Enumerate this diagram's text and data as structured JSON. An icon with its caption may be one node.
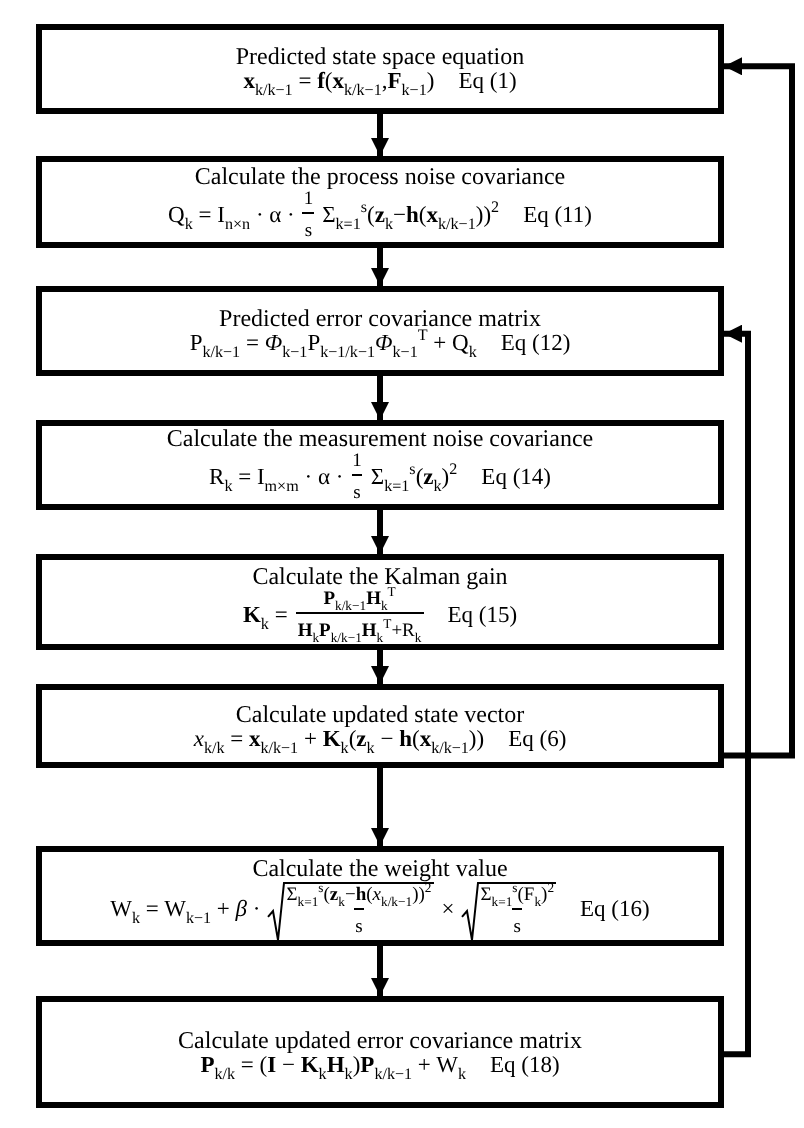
{
  "diagram": {
    "nodes": [
      {
        "text": [
          "Predicted state space equation",
          "**x**$_{k/k−1}$ = **f**(**x**$_{k/k−1}$,**F**$_{k−1}$)",
          "Eq (1)"
        ]
      },
      {
        "text": [
          "Calculate the process noise covariance",
          "Q$_{k}$ = I$_{n×n}$ · α ·",
          "1",
          "s",
          "Σ$_{k=1}$$^{s}$(**z**$_{k}$−**h**(**x**$_{k/k−1}$))$^{2}$",
          "Eq (11)"
        ]
      },
      {
        "text": [
          "Predicted error covariance matrix",
          "P$_{k/k−1}$ = *Φ*$_{k−1}$P$_{k−1/k−1}$*Φ*$_{k−1}$$^{T}$ + Q$_{k}$",
          "Eq (12)"
        ]
      },
      {
        "text": [
          "Calculate the measurement noise covariance",
          "R$_{k}$ = I$_{m×m}$ · α ·",
          "1",
          "s",
          "Σ$_{k=1}$$^{s}$(**z**$_{k}$)$^{2}$",
          "Eq (14)"
        ]
      },
      {
        "text": [
          "Calculate the Kalman gain",
          "**K**$_{k}$ =",
          "**P**$_{k/k−1}$**H**$_{k}$$^{T}$",
          "**H**$_{k}$**P**$_{k/k−1}$**H**$_{k}$$^{T}$+R$_{k}$",
          "Eq (15)"
        ]
      },
      {
        "text": [
          "Calculate updated state vector",
          "*x*$_{k/k}$ = **x**$_{k/k−1}$ + **K**$_{k}$(**z**$_{k}$ − **h**(**x**$_{k/k−1}$))",
          "Eq (6)"
        ]
      },
      {
        "text": [
          "Calculate the weight value",
          "W$_{k}$ = W$_{k−1}$ + *β* ·",
          "Σ$_{k=1}$$^{s}$(**z**$_{k}$−**h**(*x*$_{k/k−1}$))$^{2}$",
          "s",
          "×",
          "Σ$_{k=1}$$^{s}$(F$_{k}$)$^{2}$",
          "s",
          "Eq (16)"
        ]
      },
      {
        "text": [
          "Calculate updated error covariance matrix",
          "**P**$_{k/k}$ = (**I** − **K**$_{k}$**H**$_{k}$)**P**$_{k/k−1}$ + W$_{k}$",
          "Eq (18)"
        ]
      }
    ],
    "edges": [
      {
        "from": 0,
        "to": 1,
        "arrow": "to"
      },
      {
        "from": 1,
        "to": 2,
        "arrow": "to"
      },
      {
        "from": 2,
        "to": 3,
        "arrow": "to"
      },
      {
        "from": 3,
        "to": 4,
        "arrow": "to"
      },
      {
        "from": 4,
        "to": 5,
        "arrow": "to"
      },
      {
        "from": 5,
        "to": 6,
        "arrow": "to"
      },
      {
        "from": 6,
        "to": 7,
        "arrow": "to"
      },
      {
        "from": 5,
        "to": 0,
        "arrow": "to"
      },
      {
        "from": 7,
        "to": 2,
        "arrow": "to"
      }
    ]
  }
}
